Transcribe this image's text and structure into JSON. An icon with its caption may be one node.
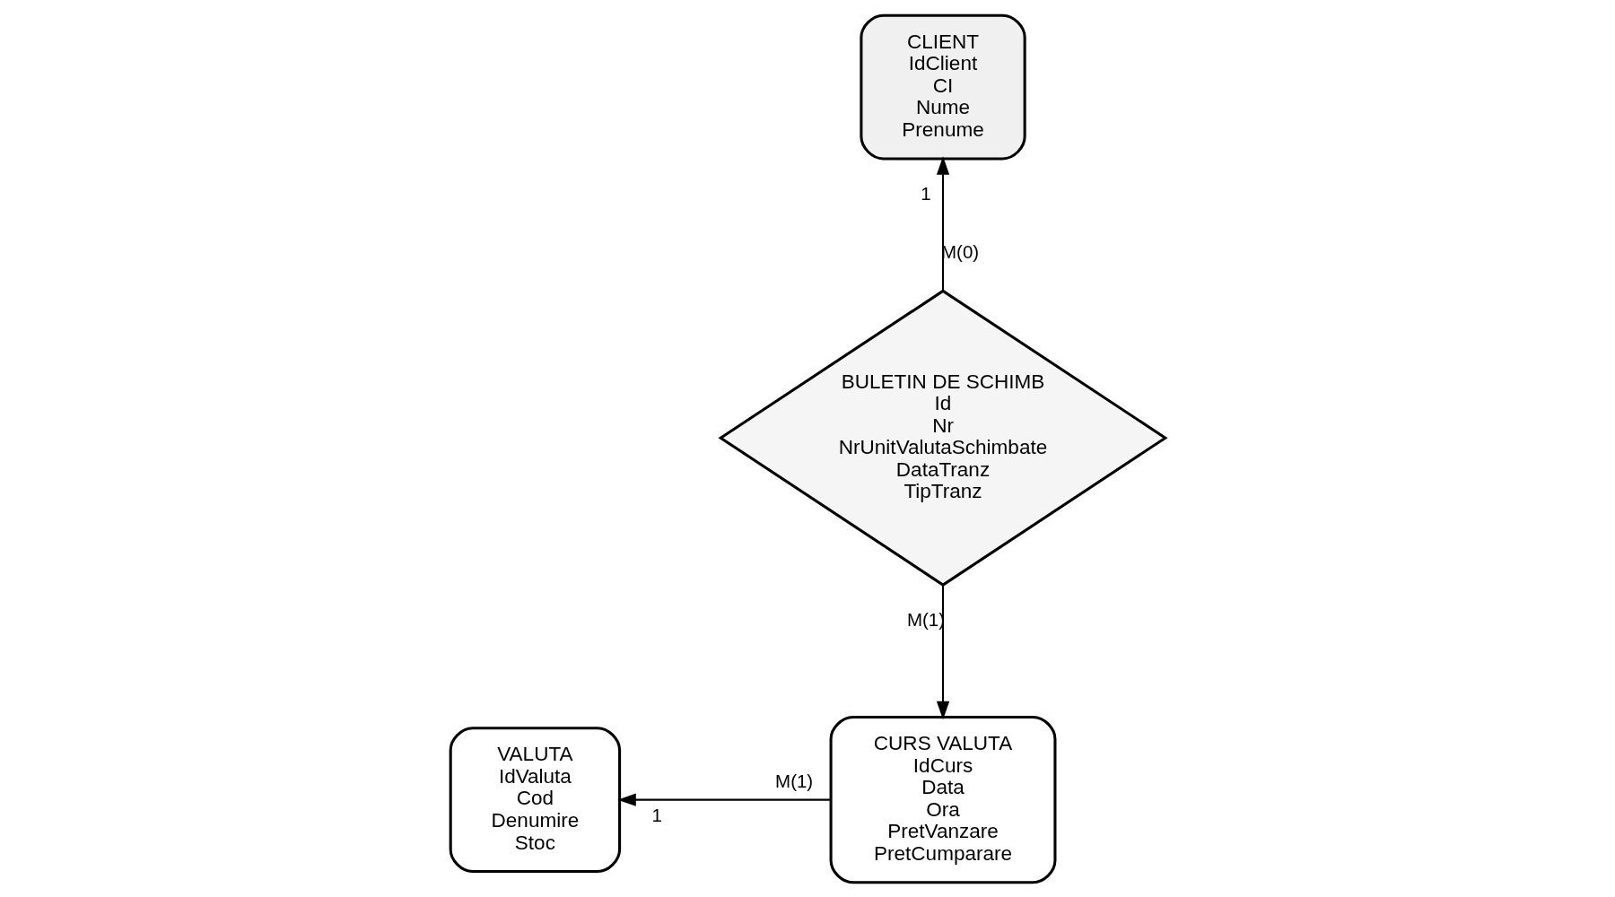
{
  "diagram": {
    "nodes": [
      {
        "text": [
          "CLIENT",
          "IdClient",
          "CI",
          "Nume",
          "Prenume"
        ]
      },
      {
        "text": [
          "BULETIN DE SCHIMB",
          "Id",
          "Nr",
          "NrUnitValutaSchimbate",
          "DataTranz",
          "TipTranz"
        ]
      },
      {
        "text": [
          "VALUTA",
          "IdValuta",
          "Cod",
          "Denumire",
          "Stoc"
        ]
      },
      {
        "text": [
          "CURS VALUTA",
          "IdCurs",
          "Data",
          "Ora",
          "PretVanzare",
          "PretCumparare"
        ]
      }
    ],
    "edges": [
      {
        "from": 1,
        "to": 0,
        "arrow": "to"
      },
      {
        "from": 1,
        "to": 3,
        "arrow": "to"
      },
      {
        "from": 3,
        "to": 2,
        "arrow": "to"
      }
    ],
    "labels": [
      "1",
      "M(0)",
      "M(1)",
      "1",
      "M(1)"
    ]
  }
}
